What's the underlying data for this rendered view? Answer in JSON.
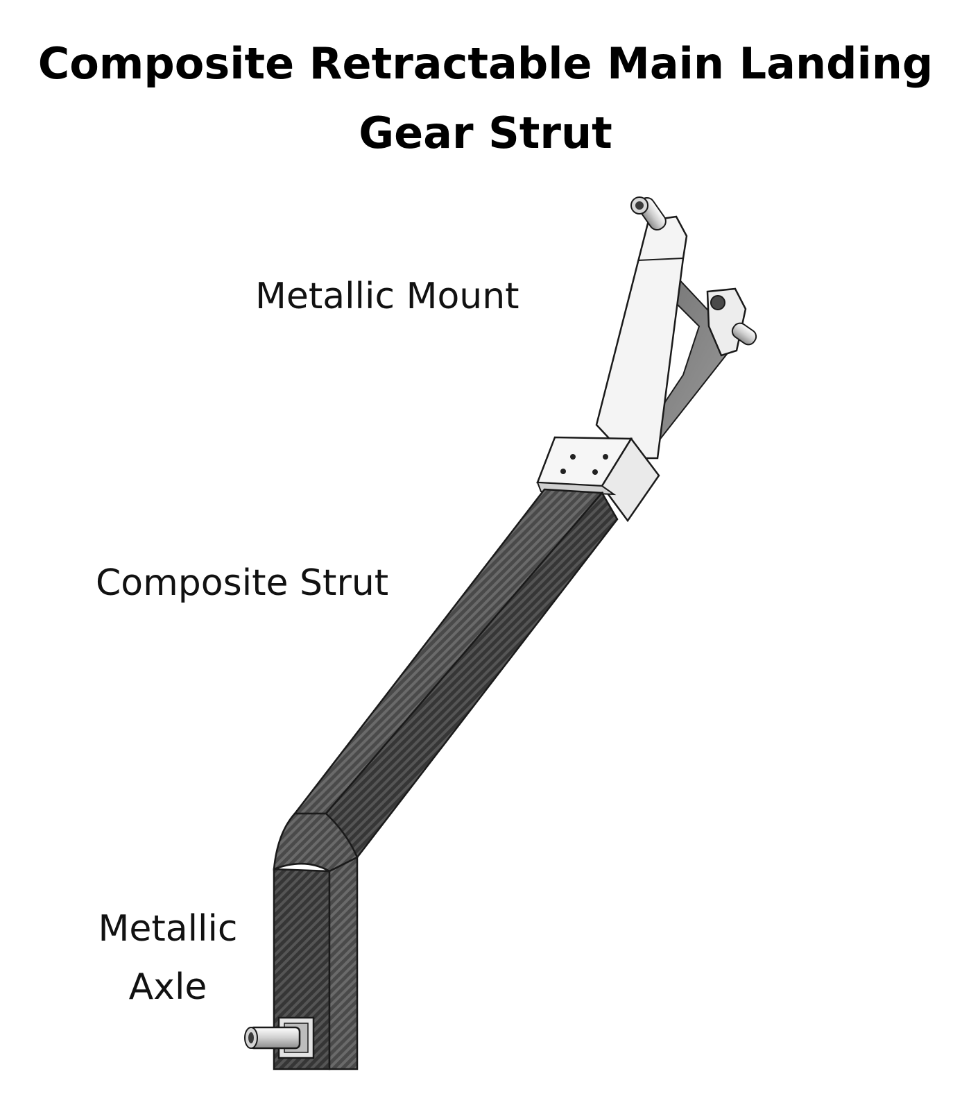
{
  "title": {
    "line1": "Composite Retractable Main Landing",
    "line2": "Gear Strut"
  },
  "labels": {
    "mount": "Metallic Mount",
    "strut": "Composite Strut",
    "axle_line1": "Metallic",
    "axle_line2": "Axle"
  },
  "colors": {
    "carbon_dark": "#3e3e3e",
    "carbon_mid": "#5a5a5a",
    "metal_light": "#f2f2f2",
    "metal_shadow": "#8a8a8a",
    "outline": "#1a1a1a"
  }
}
